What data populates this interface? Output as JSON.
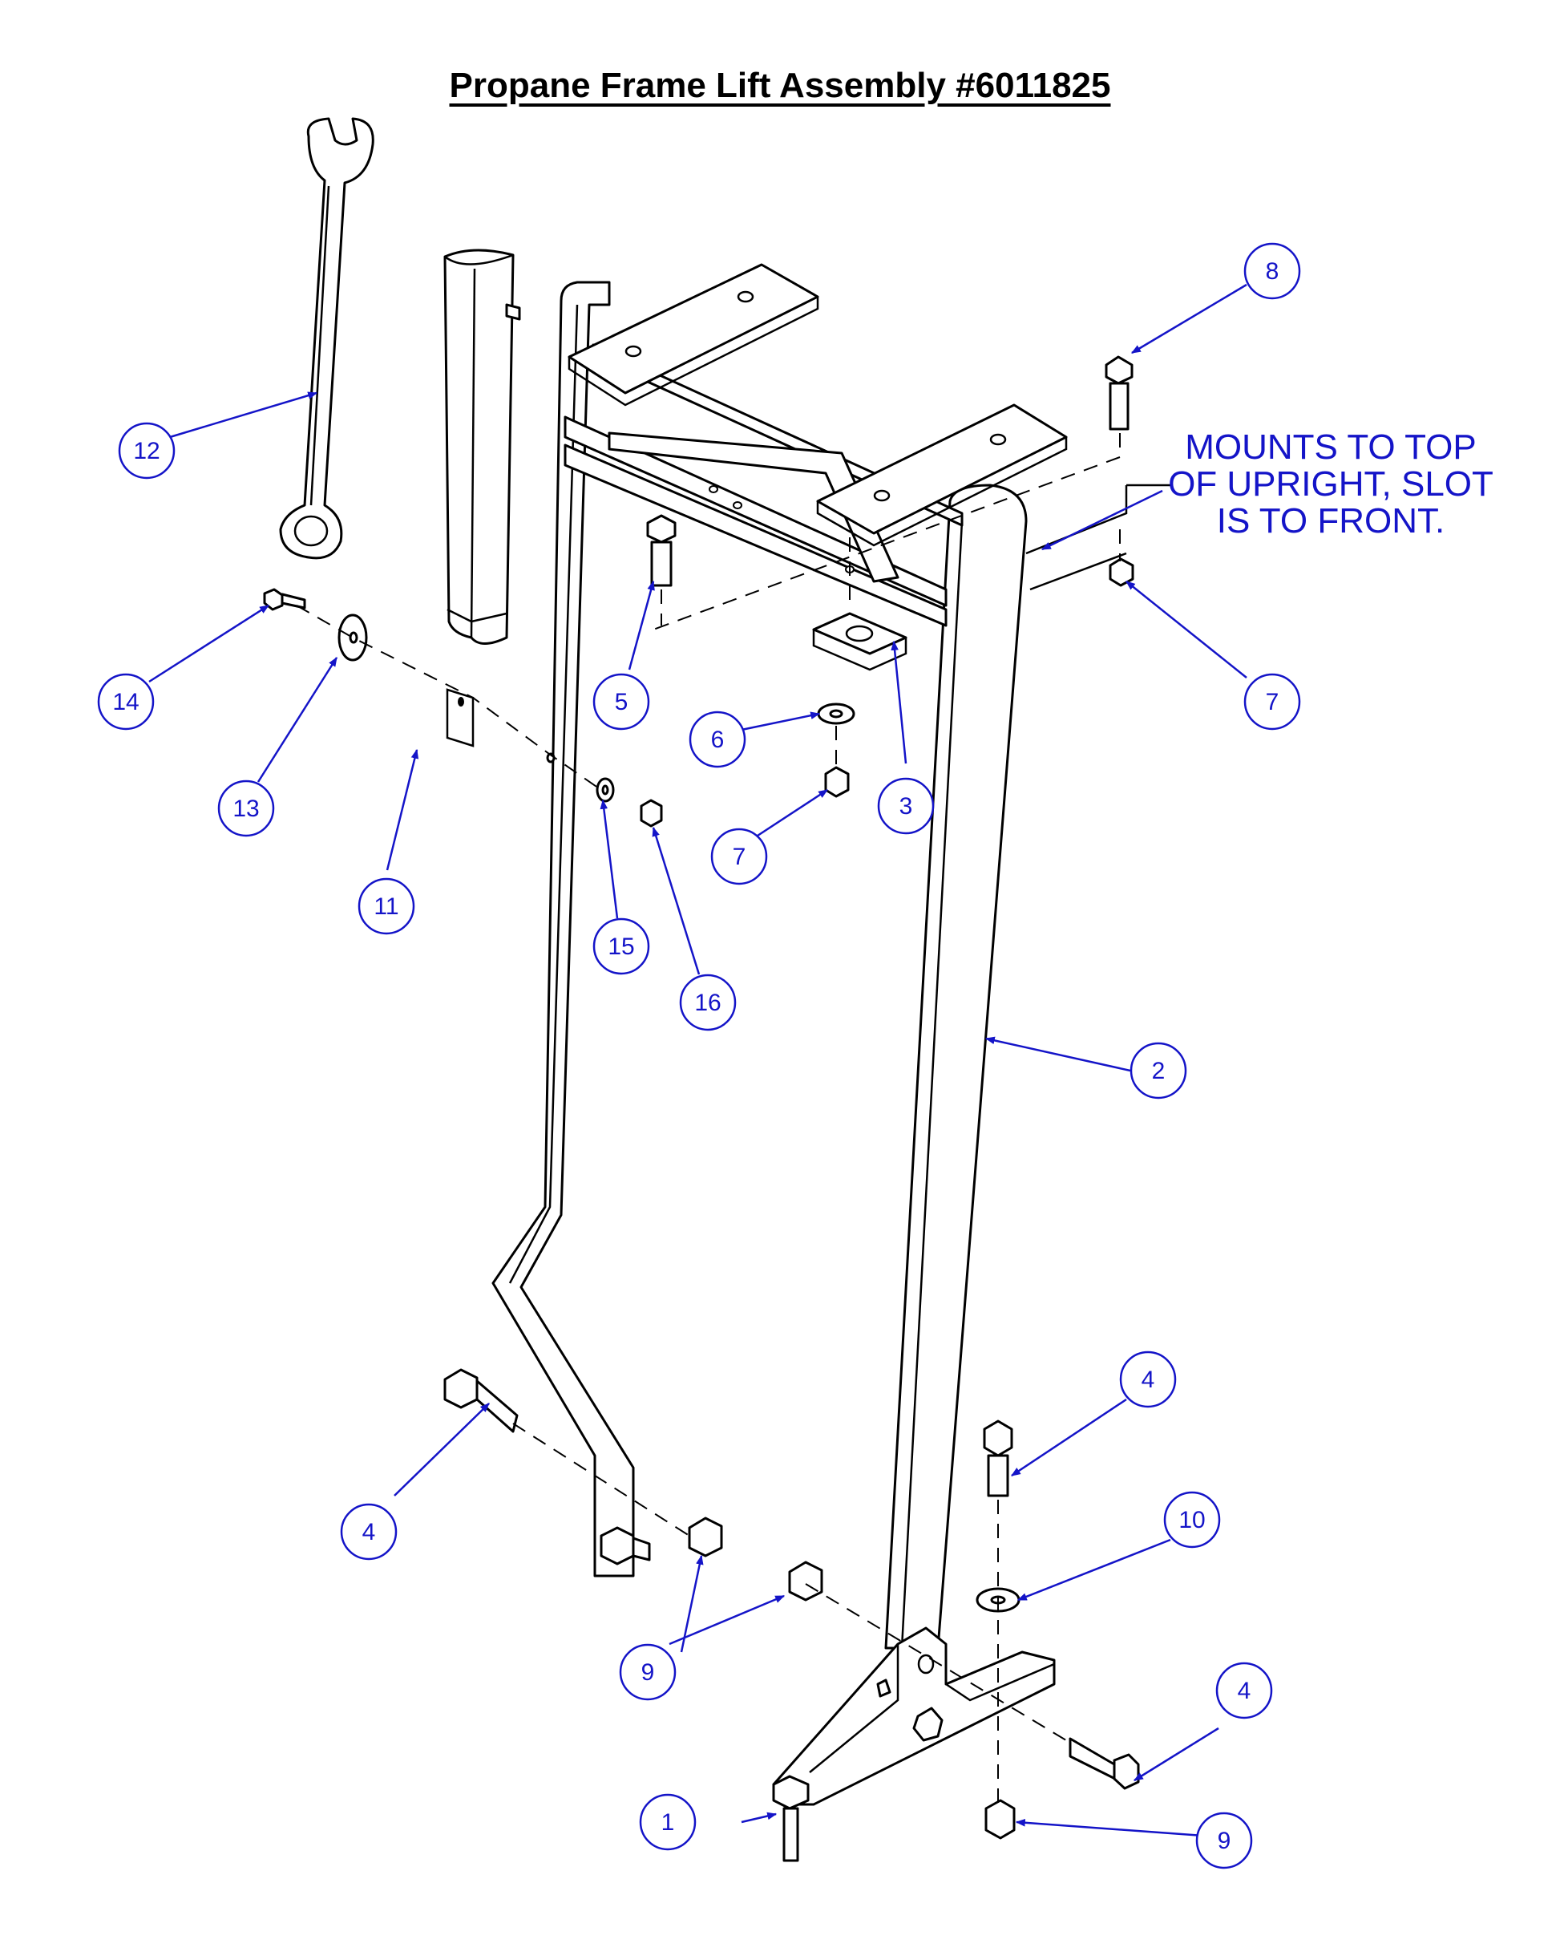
{
  "title": "Propane Frame Lift Assembly #6011825",
  "note_lines": [
    "MOUNTS TO TOP",
    "OF UPRIGHT, SLOT",
    "IS TO FRONT."
  ],
  "colors": {
    "callout": "#1414c8",
    "drawing": "#000000"
  },
  "callouts": [
    {
      "label": "1"
    },
    {
      "label": "2"
    },
    {
      "label": "3"
    },
    {
      "label": "4"
    },
    {
      "label": "4"
    },
    {
      "label": "4"
    },
    {
      "label": "5"
    },
    {
      "label": "6"
    },
    {
      "label": "7"
    },
    {
      "label": "7"
    },
    {
      "label": "8"
    },
    {
      "label": "9"
    },
    {
      "label": "9"
    },
    {
      "label": "10"
    },
    {
      "label": "11"
    },
    {
      "label": "12"
    },
    {
      "label": "13"
    },
    {
      "label": "14"
    },
    {
      "label": "15"
    },
    {
      "label": "16"
    }
  ]
}
